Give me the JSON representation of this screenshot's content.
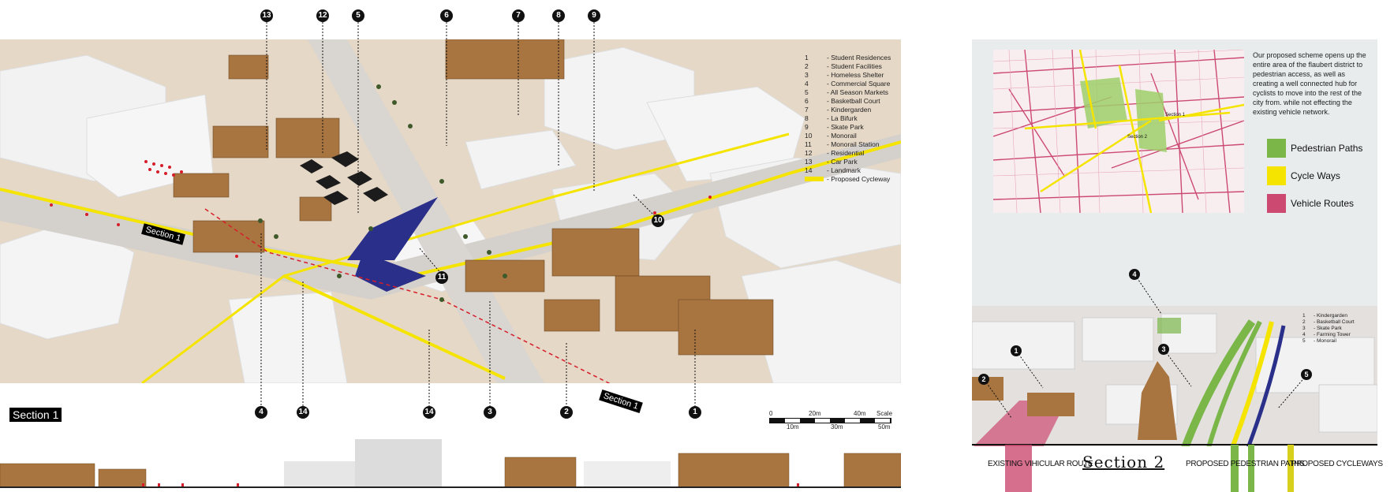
{
  "section1_label": "Section 1",
  "section1_tags": [
    "Section 1",
    "Section 1"
  ],
  "legend": [
    {
      "num": "1",
      "label": "- Student Residences"
    },
    {
      "num": "2",
      "label": "- Student Facilities"
    },
    {
      "num": "3",
      "label": "- Homeless Shelter"
    },
    {
      "num": "4",
      "label": "- Commercial Square"
    },
    {
      "num": "5",
      "label": "- All Season Markets"
    },
    {
      "num": "6",
      "label": "- Basketball Court"
    },
    {
      "num": "7",
      "label": "- Kindergarden"
    },
    {
      "num": "8",
      "label": "- La Bifurk"
    },
    {
      "num": "9",
      "label": "- Skate Park"
    },
    {
      "num": "10",
      "label": "- Monorail"
    },
    {
      "num": "11",
      "label": "- Monorail Station"
    },
    {
      "num": "12",
      "label": "- Residential"
    },
    {
      "num": "13",
      "label": "- Car Park"
    },
    {
      "num": "14",
      "label": "- Landmark"
    }
  ],
  "legend_cycleway": "- Proposed Cycleway",
  "top_markers": [
    "13",
    "12",
    "5",
    "6",
    "7",
    "8",
    "9"
  ],
  "bottom_markers": [
    "4",
    "14",
    "14",
    "3",
    "2",
    "1"
  ],
  "inner_markers": [
    "10",
    "11"
  ],
  "scale": {
    "top": [
      "0",
      "20m",
      "40m",
      "Scale"
    ],
    "bottom": [
      "10m",
      "30m",
      "50m"
    ]
  },
  "map_labels": [
    "Section 1",
    "Section 2"
  ],
  "description": "Our proposed scheme opens up the entire area of the flaubert district to pedestrian access, as well as creating a well connected hub for cyclists to move into the rest of the city from. while not effecting the existing vehicle network.",
  "key": [
    {
      "label": "Pedestrian Paths",
      "color": "#7ab648"
    },
    {
      "label": "Cycle Ways",
      "color": "#f5e400"
    },
    {
      "label": "Vehicle Routes",
      "color": "#cc4a72"
    }
  ],
  "section2": {
    "title": "Section 2",
    "legend": [
      {
        "num": "1",
        "label": "- Kindergarden"
      },
      {
        "num": "2",
        "label": "- Basketball Court"
      },
      {
        "num": "3",
        "label": "- Skate Park"
      },
      {
        "num": "4",
        "label": "- Farming Tower"
      },
      {
        "num": "5",
        "label": "- Monorail"
      }
    ],
    "markers": [
      "4",
      "1",
      "3",
      "2",
      "5"
    ],
    "bottom_labels": [
      "EXISTING VIHICULAR ROUTE",
      "PROPOSED PEDESTRIAN PATHS",
      "PROPOSED CYCLEWAYS"
    ]
  },
  "colors": {
    "cycleway": "#f5e400",
    "pedestrian": "#7ab648",
    "vehicle": "#cc4a72",
    "timber": "#a8743f",
    "ground": "#e9ddd0"
  }
}
